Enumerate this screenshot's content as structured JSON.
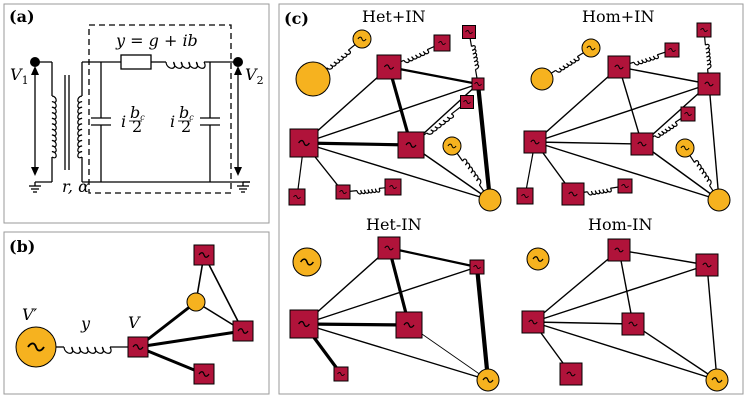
{
  "panels": {
    "a": {
      "label": "(a)",
      "v1": "V",
      "v1_sub": "1",
      "v2": "V",
      "v2_sub": "2",
      "admittance": "y = g + ib",
      "shunt_left": "i",
      "shunt_right": "i",
      "shunt_frac_num": "b",
      "shunt_frac_num_sub": "c",
      "shunt_frac_den": "2",
      "transformer": "r, α"
    },
    "b": {
      "label": "(b)",
      "vprime": "V′",
      "y": "y",
      "v": "V"
    },
    "c": {
      "label": "(c)",
      "titles": [
        "Het+IN",
        "Hom+IN",
        "Het-IN",
        "Hom-IN"
      ]
    }
  },
  "colors": {
    "load": "#b0133a",
    "generator": "#f6b21f",
    "panel_border": "#9a9a9a"
  },
  "icons": [
    "generator-node-icon",
    "load-node-icon",
    "inductor-coil-icon",
    "ground-icon",
    "transformer-icon",
    "capacitor-icon"
  ]
}
